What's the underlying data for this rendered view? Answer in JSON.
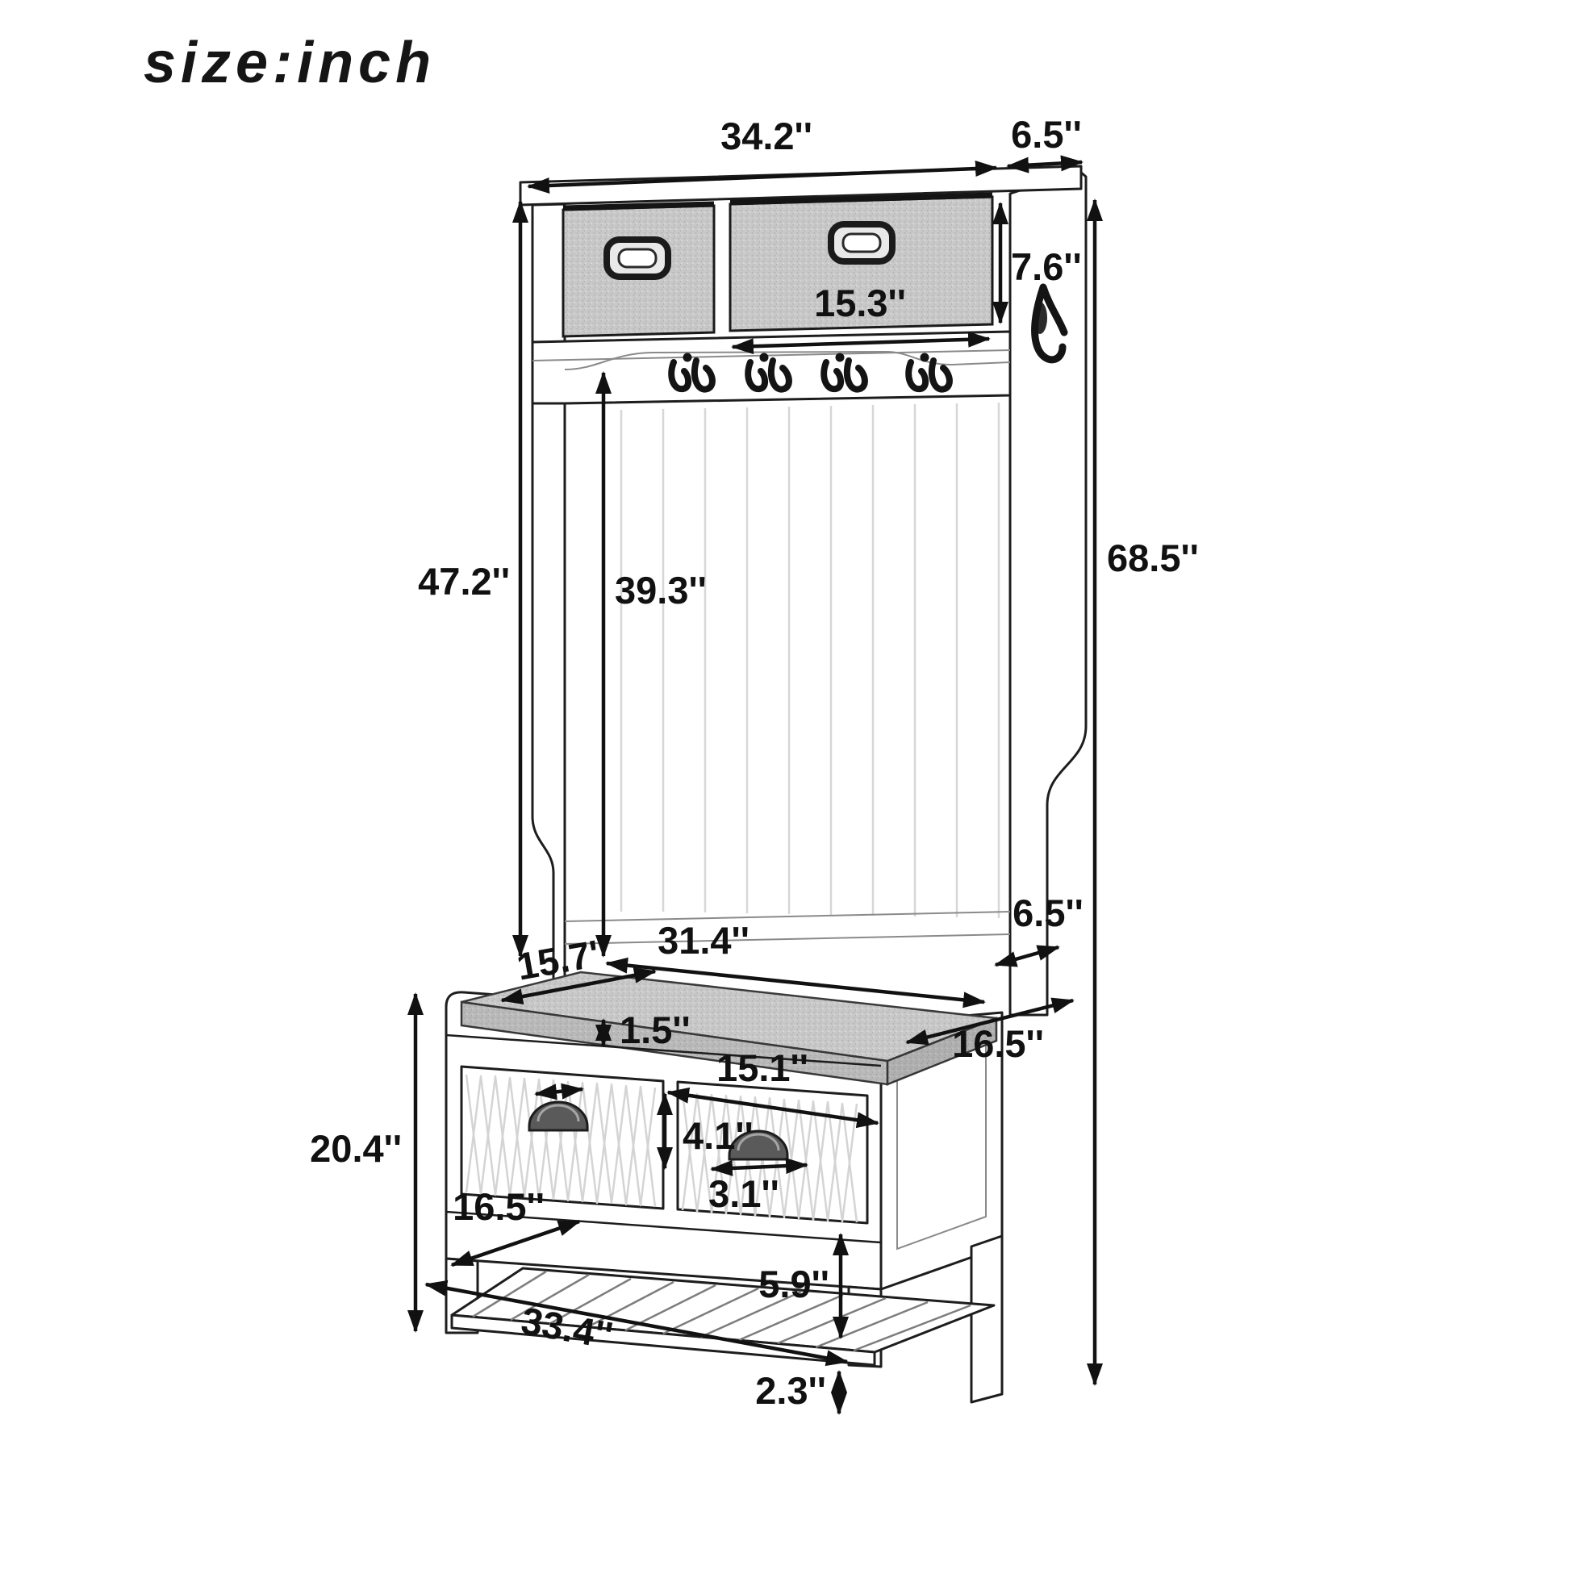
{
  "page": {
    "title": "size:inch"
  },
  "colors": {
    "background": "#ffffff",
    "line": "#1d1d1d",
    "dimension": "#111111",
    "fabric_grey": "#c8c8c8"
  },
  "dims": {
    "top_width": "34.2''",
    "top_depth": "6.5''",
    "basket_height": "7.6''",
    "basket_width": "15.3''",
    "hook_column_height": "47.2''",
    "back_panel_height": "39.3''",
    "overall_height": "68.5''",
    "upper_side_depth": "6.5''",
    "seat_length": "31.4''",
    "seat_depth": "15.7''",
    "cushion_thickness": "1.5''",
    "bench_side_depth": "16.5''",
    "bench_drawer_length": "15.1''",
    "bench_drawer_height": "4.1''",
    "bench_height": "20.4''",
    "handle_length": "3.1''",
    "shelf_depth": "16.5''",
    "shelf_gap_height": "5.9''",
    "bench_length": "33.4''",
    "foot_height": "2.3''"
  }
}
